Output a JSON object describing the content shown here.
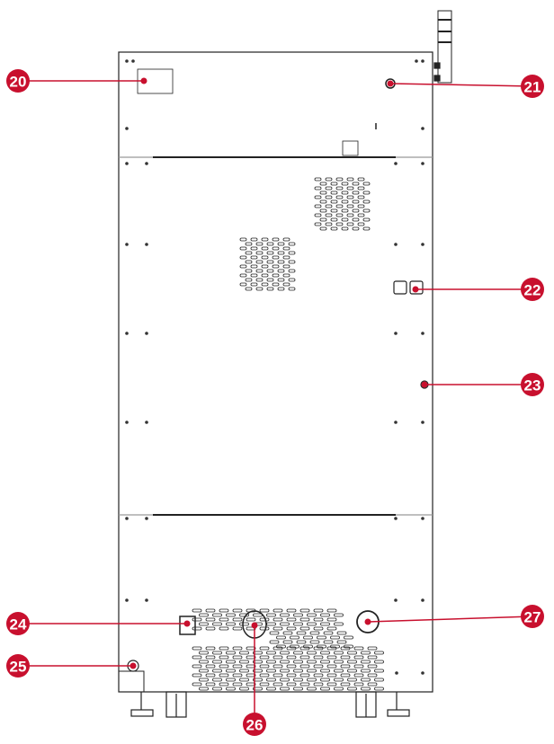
{
  "diagram": {
    "accent_color": "#c8102e",
    "callouts": [
      {
        "id": "20",
        "label": "20"
      },
      {
        "id": "21",
        "label": "21"
      },
      {
        "id": "22",
        "label": "22"
      },
      {
        "id": "23",
        "label": "23"
      },
      {
        "id": "24",
        "label": "24"
      },
      {
        "id": "25",
        "label": "25"
      },
      {
        "id": "26",
        "label": "26"
      },
      {
        "id": "27",
        "label": "27"
      }
    ]
  }
}
